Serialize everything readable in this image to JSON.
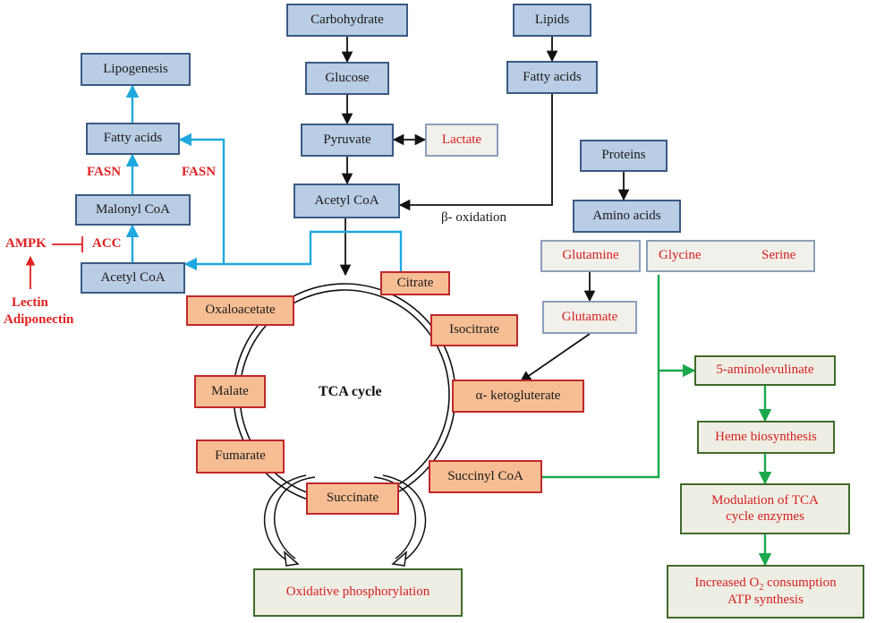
{
  "nodes": {
    "carbohydrate": "Carbohydrate",
    "lipids": "Lipids",
    "glucose": "Glucose",
    "fatty_acids_right": "Fatty acids",
    "pyruvate": "Pyruvate",
    "lactate": "Lactate",
    "acetyl_coa_center": "Acetyl CoA",
    "beta_oxidation": "β- oxidation",
    "proteins": "Proteins",
    "amino_acids": "Amino acids",
    "glutamine": "Glutamine",
    "glycine": "Glycine",
    "serine": "Serine",
    "glutamate": "Glutamate",
    "lipogenesis": "Lipogenesis",
    "fatty_acids_left": "Fatty acids",
    "fasn_1": "FASN",
    "fasn_2": "FASN",
    "malonyl_coa": "Malonyl CoA",
    "ampk": "AMPK",
    "acc": "ACC",
    "acetyl_coa_left": "Acetyl CoA",
    "lectin": "Lectin",
    "adiponectin": "Adiponectin",
    "tca_cycle": "TCA cycle",
    "citrate": "Citrate",
    "oxaloacetate": "Oxaloacetate",
    "isocitrate": "Isocitrate",
    "malate": "Malate",
    "alpha_ketoglutarate": "α- ketogluterate",
    "fumarate": "Fumarate",
    "succinyl_coa": "Succinyl CoA",
    "succinate": "Succinate",
    "oxphos": "Oxidative phosphorylation",
    "aminolevulinate": "5-aminolevulinate",
    "heme": "Heme biosynthesis",
    "modulation_line1": "Modulation of TCA",
    "modulation_line2": "cycle enzymes",
    "o2_prefix": "Increased O",
    "o2_sub": "2",
    "o2_suffix": " consumption",
    "atp": "ATP synthesis"
  },
  "colors": {
    "blue_fill": "#b9cde5",
    "orange_fill": "#f7be94",
    "regulator_red": "#e02020",
    "lipogenesis_arrow": "#1fa8e0",
    "heme_arrow": "#1aa84a"
  }
}
